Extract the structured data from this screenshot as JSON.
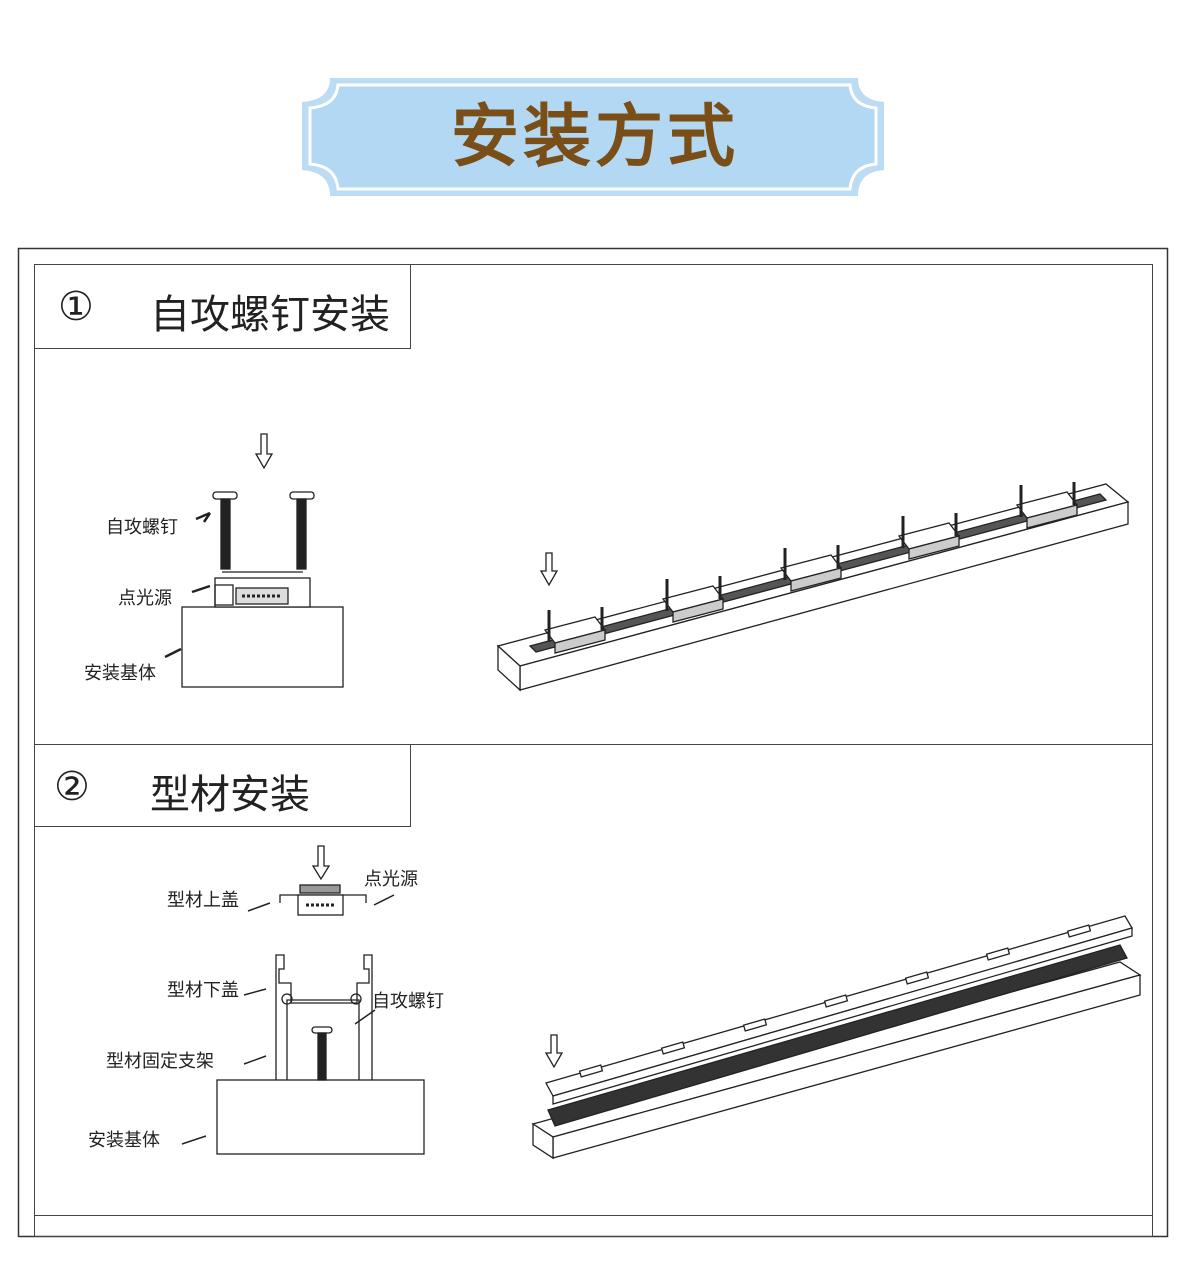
{
  "banner": {
    "title": "安装方式",
    "bg_color": "#b3d8f3",
    "text_color": "#7a4e17"
  },
  "sections": [
    {
      "number": "①",
      "title": "自攻螺钉安装",
      "labels": {
        "screw": "自攻螺钉",
        "light": "点光源",
        "base": "安装基体"
      }
    },
    {
      "number": "②",
      "title": "型材安装",
      "labels": {
        "top_cover": "型材上盖",
        "light": "点光源",
        "bottom_cover": "型材下盖",
        "screw": "自攻螺钉",
        "bracket": "型材固定支架",
        "base": "安装基体"
      }
    }
  ]
}
